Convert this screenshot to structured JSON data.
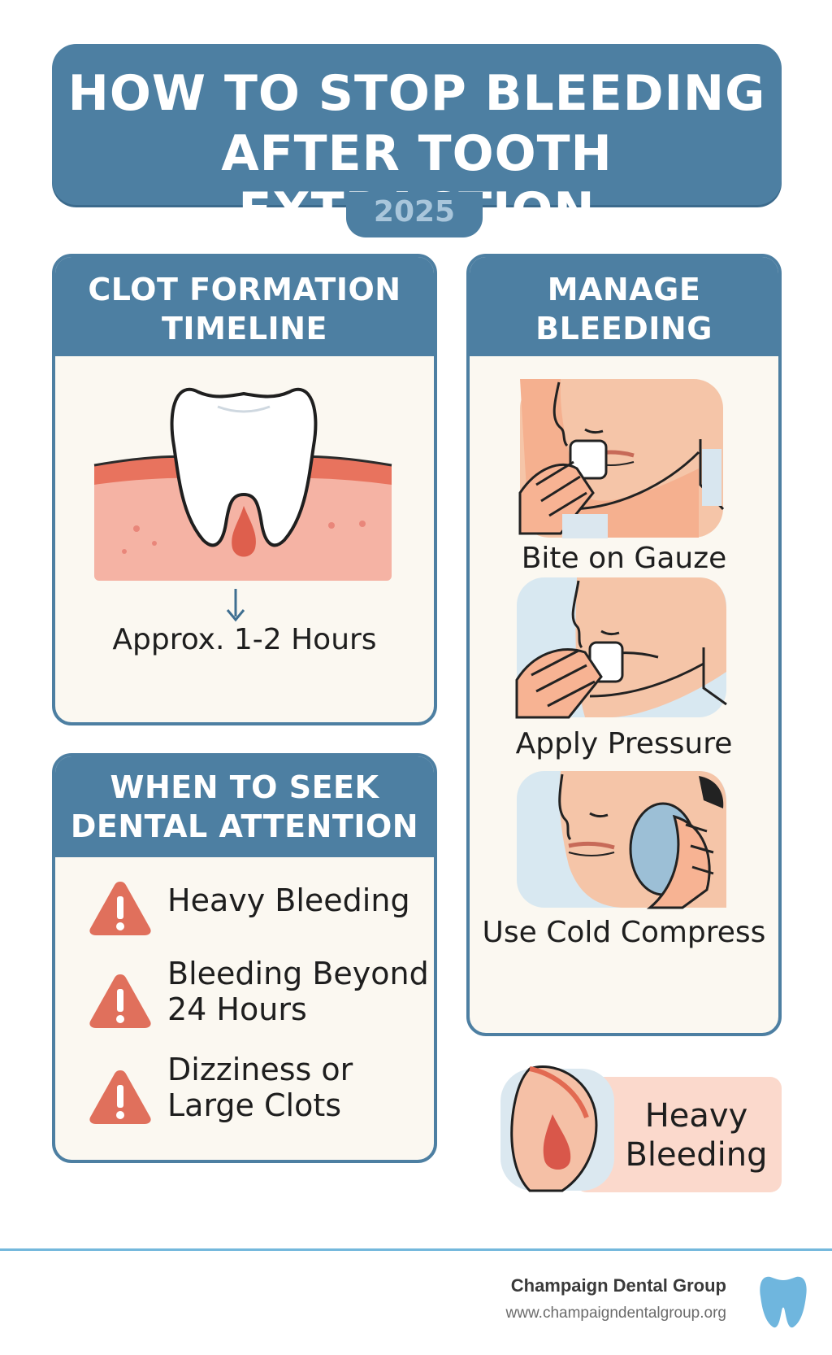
{
  "header": {
    "title_line1": "HOW TO STOP BLEEDING",
    "title_line2": "AFTER TOOTH EXTRACTION",
    "year": "2025"
  },
  "clot_timeline": {
    "heading_line1": "CLOT FORMATION",
    "heading_line2": "TIMELINE",
    "caption": "Approx. 1-2 Hours",
    "illustration_icon": "tooth-socket-icon"
  },
  "manage_bleeding": {
    "heading_line1": "MANAGE",
    "heading_line2": "BLEEDING",
    "steps": [
      {
        "label": "Bite on Gauze",
        "icon": "bite-gauze-icon"
      },
      {
        "label": "Apply Pressure",
        "icon": "apply-pressure-icon"
      },
      {
        "label": "Use Cold Compress",
        "icon": "cold-compress-icon"
      }
    ]
  },
  "seek_attention": {
    "heading_line1": "WHEN TO SEEK",
    "heading_line2": "DENTAL ATTENTION",
    "warnings": [
      {
        "line1": "Heavy Bleeding",
        "line2": ""
      },
      {
        "line1": "Bleeding Beyond",
        "line2": "24 Hours"
      },
      {
        "line1": "Dizziness or",
        "line2": "Large Clots"
      }
    ],
    "warning_icon": "warning-triangle-icon"
  },
  "heavy_bleeding_badge": {
    "line1": "Heavy",
    "line2": "Bleeding",
    "icon": "blood-drop-icon"
  },
  "footer": {
    "org_name": "Champaign Dental Group",
    "url": "www.champaigndentalgroup.org",
    "logo_icon": "tooth-logo-icon"
  },
  "colors": {
    "primary_blue": "#4d7fa2",
    "card_bg": "#fbf8f1",
    "warning_red": "#e0705c",
    "gum_pink": "#f3ab9c",
    "footer_accent": "#74b8dc"
  }
}
